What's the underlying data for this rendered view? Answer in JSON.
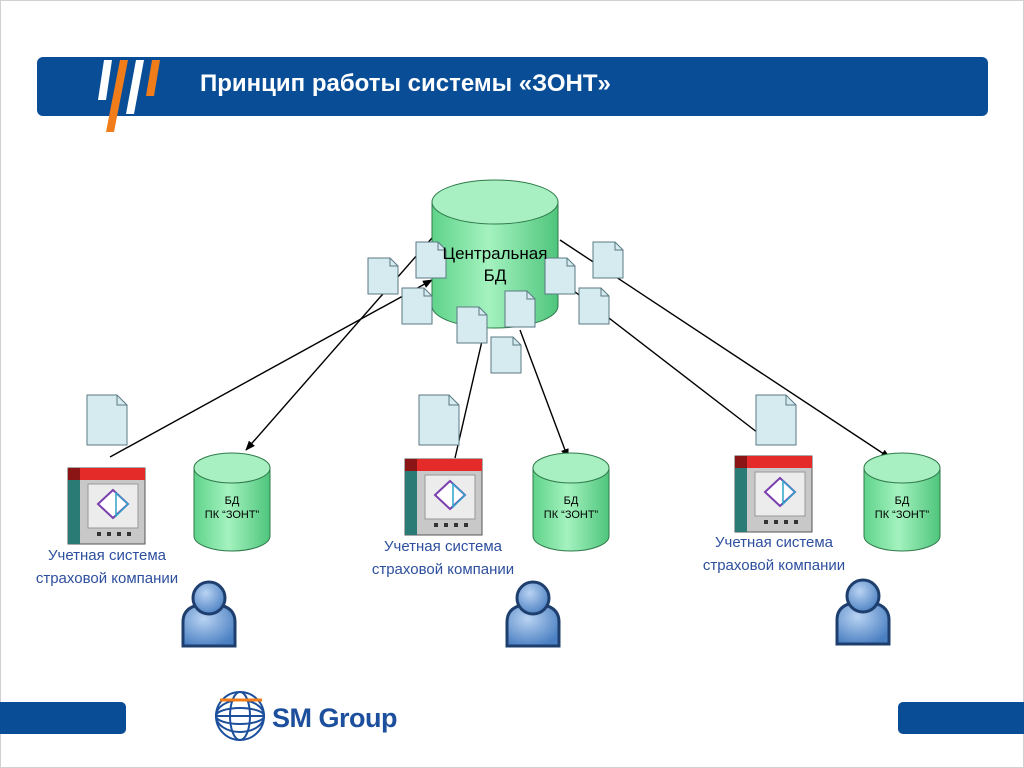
{
  "header": {
    "title": "Принцип работы системы «ЗОНТ»"
  },
  "central_db": {
    "label_line1": "Центральная",
    "label_line2": "БД"
  },
  "nodes": [
    {
      "system_line1": "Учетная система",
      "system_line2": "страховой компании",
      "db_line1": "БД",
      "db_line2": "ПК “ЗОНТ”"
    },
    {
      "system_line1": "Учетная система",
      "system_line2": "страховой компании",
      "db_line1": "БД",
      "db_line2": "ПК “ЗОНТ”"
    },
    {
      "system_line1": "Учетная система",
      "system_line2": "страховой компании",
      "db_line1": "БД",
      "db_line2": "ПК “ЗОНТ”"
    }
  ],
  "footer": {
    "logo_text": "SM Group"
  },
  "colors": {
    "brand_blue": "#0a4d97",
    "accent_orange": "#f07d1a",
    "db_green": "#7fe3a0",
    "document_fill": "#d6ebef",
    "label_blue": "#2d4f9e"
  }
}
